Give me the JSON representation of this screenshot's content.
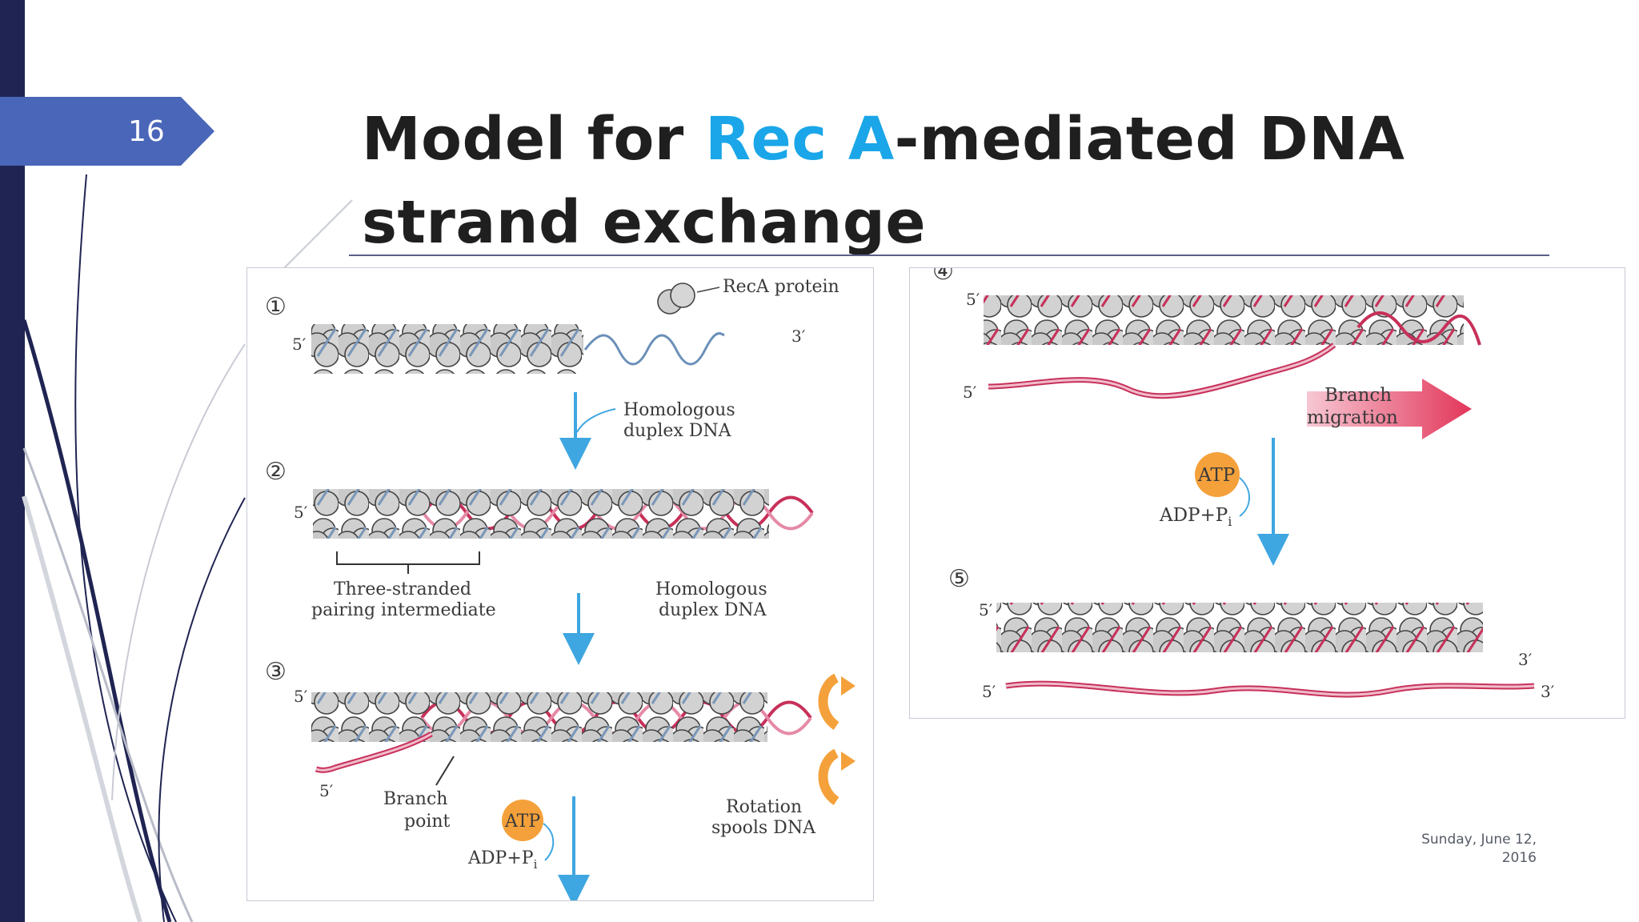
{
  "slide": {
    "page_number": "16",
    "title_pre": "Model for ",
    "title_highlight": "Rec A",
    "title_post": "-mediated DNA strand exchange",
    "date_line1": "Sunday, June 12,",
    "date_line2": "2016"
  },
  "colors": {
    "accent": "#1aa6e8",
    "sidebar": "#1f2452",
    "tab": "#4a66b8",
    "dna_red": "#c7305a",
    "arrow_blue": "#3ea6e0",
    "atp_orange": "#f4a13b"
  },
  "figure_left": {
    "step1": "①",
    "step2": "②",
    "step3": "③",
    "label_reca": "RecA protein",
    "label_homologous_1a": "Homologous",
    "label_homologous_1b": "duplex DNA",
    "label_three_a": "Three-stranded",
    "label_three_b": "pairing intermediate",
    "label_homologous_2a": "Homologous",
    "label_homologous_2b": "duplex DNA",
    "label_branch_a": "Branch",
    "label_branch_b": "point",
    "label_rotation_a": "Rotation",
    "label_rotation_b": "spools DNA",
    "atp": "ATP",
    "adp": "ADP+P",
    "adp_sub": "i",
    "five_prime": "5′",
    "three_prime": "3′"
  },
  "figure_right": {
    "step4": "④",
    "step5": "⑤",
    "label_branch_a": "Branch",
    "label_branch_b": "migration",
    "atp": "ATP",
    "adp": "ADP+P",
    "adp_sub": "i",
    "five_prime": "5′",
    "three_prime": "3′"
  }
}
